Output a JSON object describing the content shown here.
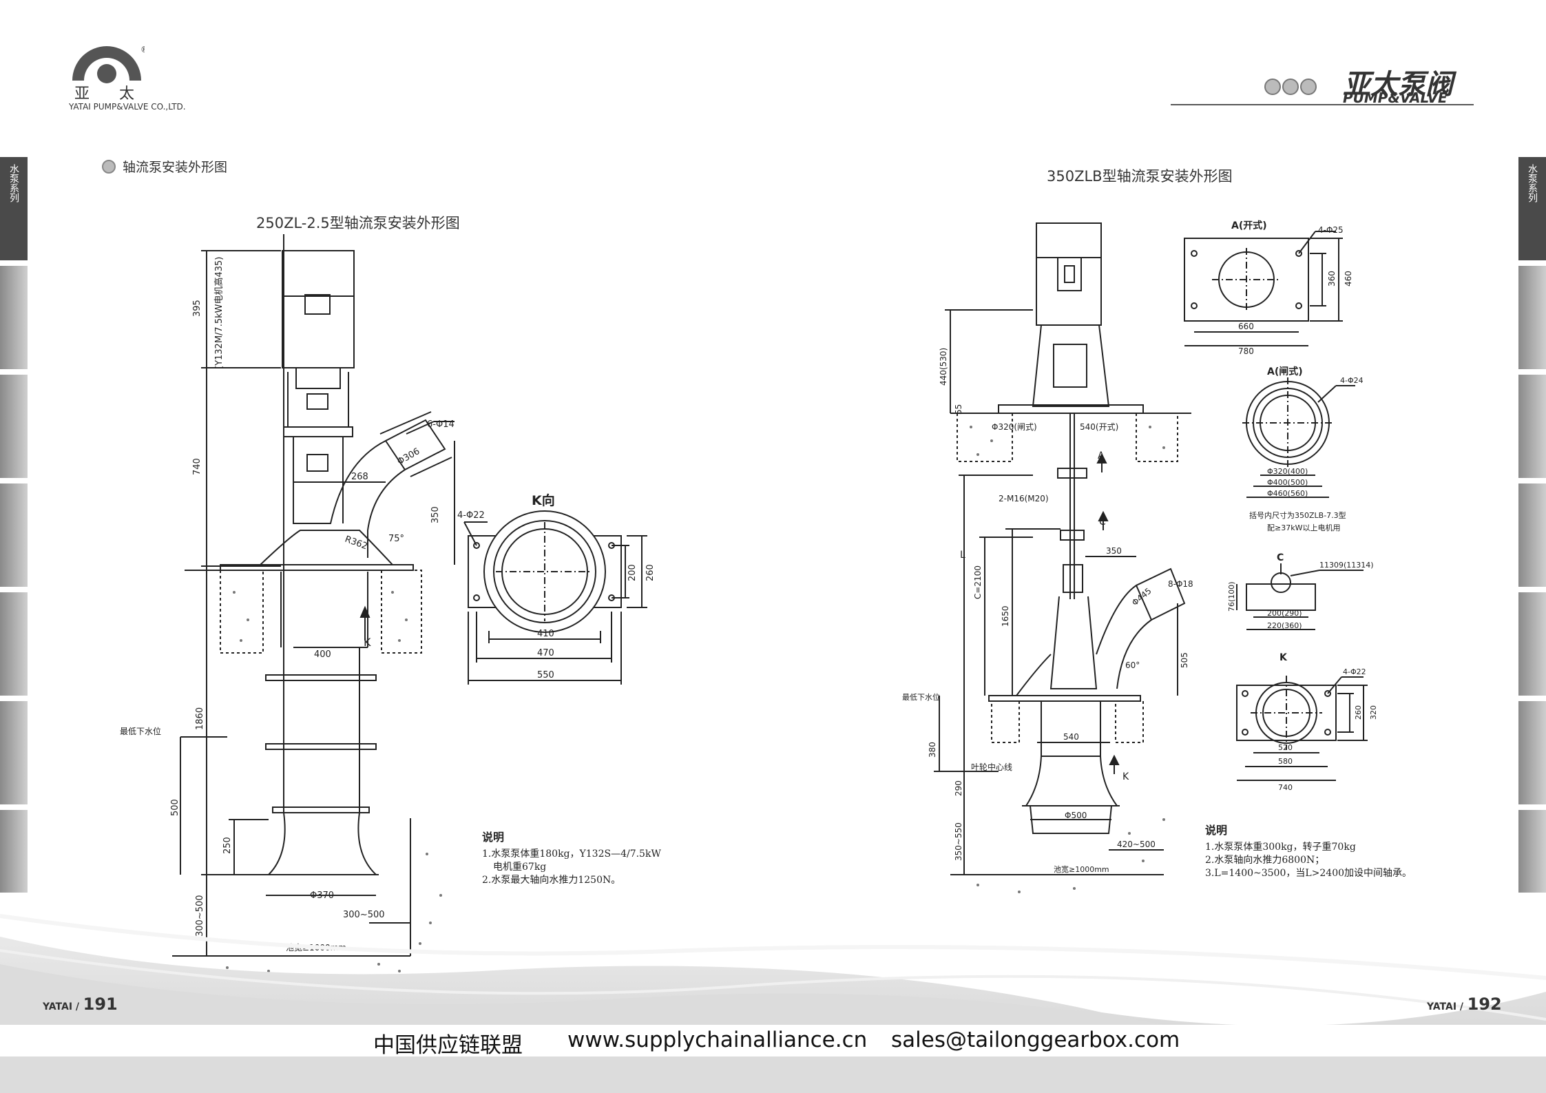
{
  "header": {
    "logo_cn": "亚  太",
    "logo_en": "YATAI PUMP&VALVE CO.,LTD.",
    "brand_cn": "亚太泵阀",
    "brand_en": "PUMP&VALVE"
  },
  "side_tab": {
    "label": "水泵系列"
  },
  "left_page": {
    "section_label": "轴流泵安装外形图",
    "drawing_title": "250ZL-2.5型轴流泵安装外形图",
    "dims": {
      "d395": "395",
      "motor_note": "(Y132M/7.5kW电机高435)",
      "d740": "740",
      "d1860": "1860",
      "d500": "500",
      "d250": "250",
      "d300_500v": "300~500",
      "bolts": "6-Φ14",
      "phi306": "Φ306",
      "d268": "268",
      "r362": "R362",
      "a75": "75°",
      "d350": "350",
      "d400": "400",
      "phi370": "Φ370",
      "d300_500h": "300~500",
      "pool": "池宽≥1000mm",
      "low_water": "最低下水位",
      "k_arrow": "K"
    },
    "k_view": {
      "title": "K向",
      "holes": "4-Φ22",
      "d200": "200",
      "d260": "260",
      "d410": "410",
      "d470": "470",
      "d550": "550"
    },
    "notes": {
      "heading": "说明",
      "line1": "1.水泵泵体重180kg，Y132S—4/7.5kW",
      "line1b": "电机重67kg",
      "line2": "2.水泵最大轴向水推力1250N。"
    },
    "page_no_brand": "YATAI /",
    "page_no": "191"
  },
  "right_page": {
    "drawing_title": "350ZLB型轴流泵安装外形图",
    "dims": {
      "d440": "440(530)",
      "d55": "55",
      "phi320": "Φ320(闸式)",
      "d540top": "540(开式)",
      "a_mark": "A",
      "c_mark": "C",
      "m16": "2-M16(M20)",
      "L": "L",
      "c2100": "C=2100",
      "d1650": "1650",
      "d350": "350",
      "phi445": "Φ445",
      "bolts": "8-Φ18",
      "a60": "60°",
      "d505": "505",
      "d540": "540",
      "low_water": "最低下水位",
      "d380": "380",
      "impeller": "叶轮中心线",
      "k_mark": "K",
      "d290": "290",
      "phi500": "Φ500",
      "d350_550": "350~550",
      "d420_500": "420~500",
      "pool": "池宽≥1000mm"
    },
    "view_a_open": {
      "title": "A(开式)",
      "holes": "4-Φ25",
      "d360": "360",
      "d460": "460",
      "d660": "660",
      "d780": "780"
    },
    "view_a_gate": {
      "title": "A(闸式)",
      "holes": "4-Φ24",
      "phi320": "Φ320(400)",
      "phi400": "Φ400(500)",
      "phi460": "Φ460(560)",
      "note1": "括号内尺寸为350ZLB-7.3型",
      "note2": "配≥37kW以上电机用"
    },
    "view_c": {
      "title": "C",
      "d11309": "11309(11314)",
      "d76": "76(100)",
      "d200": "200(290)",
      "d220": "220(360)"
    },
    "view_k": {
      "title": "K",
      "holes": "4-Φ22",
      "d260": "260",
      "d320": "320",
      "d520": "520",
      "d580": "580",
      "d740": "740"
    },
    "notes": {
      "heading": "说明",
      "line1": "1.水泵泵体重300kg，转子重70kg",
      "line2": "2.水泵轴向水推力6800N；",
      "line3": "3.L=1400~3500，当L>2400加设中间轴承。"
    },
    "page_no_brand": "YATAI /",
    "page_no": "192"
  },
  "footer": {
    "org": "中国供应链联盟",
    "url": "www.supplychainalliance.cn",
    "email": "sales@tailonggearbox.com"
  }
}
